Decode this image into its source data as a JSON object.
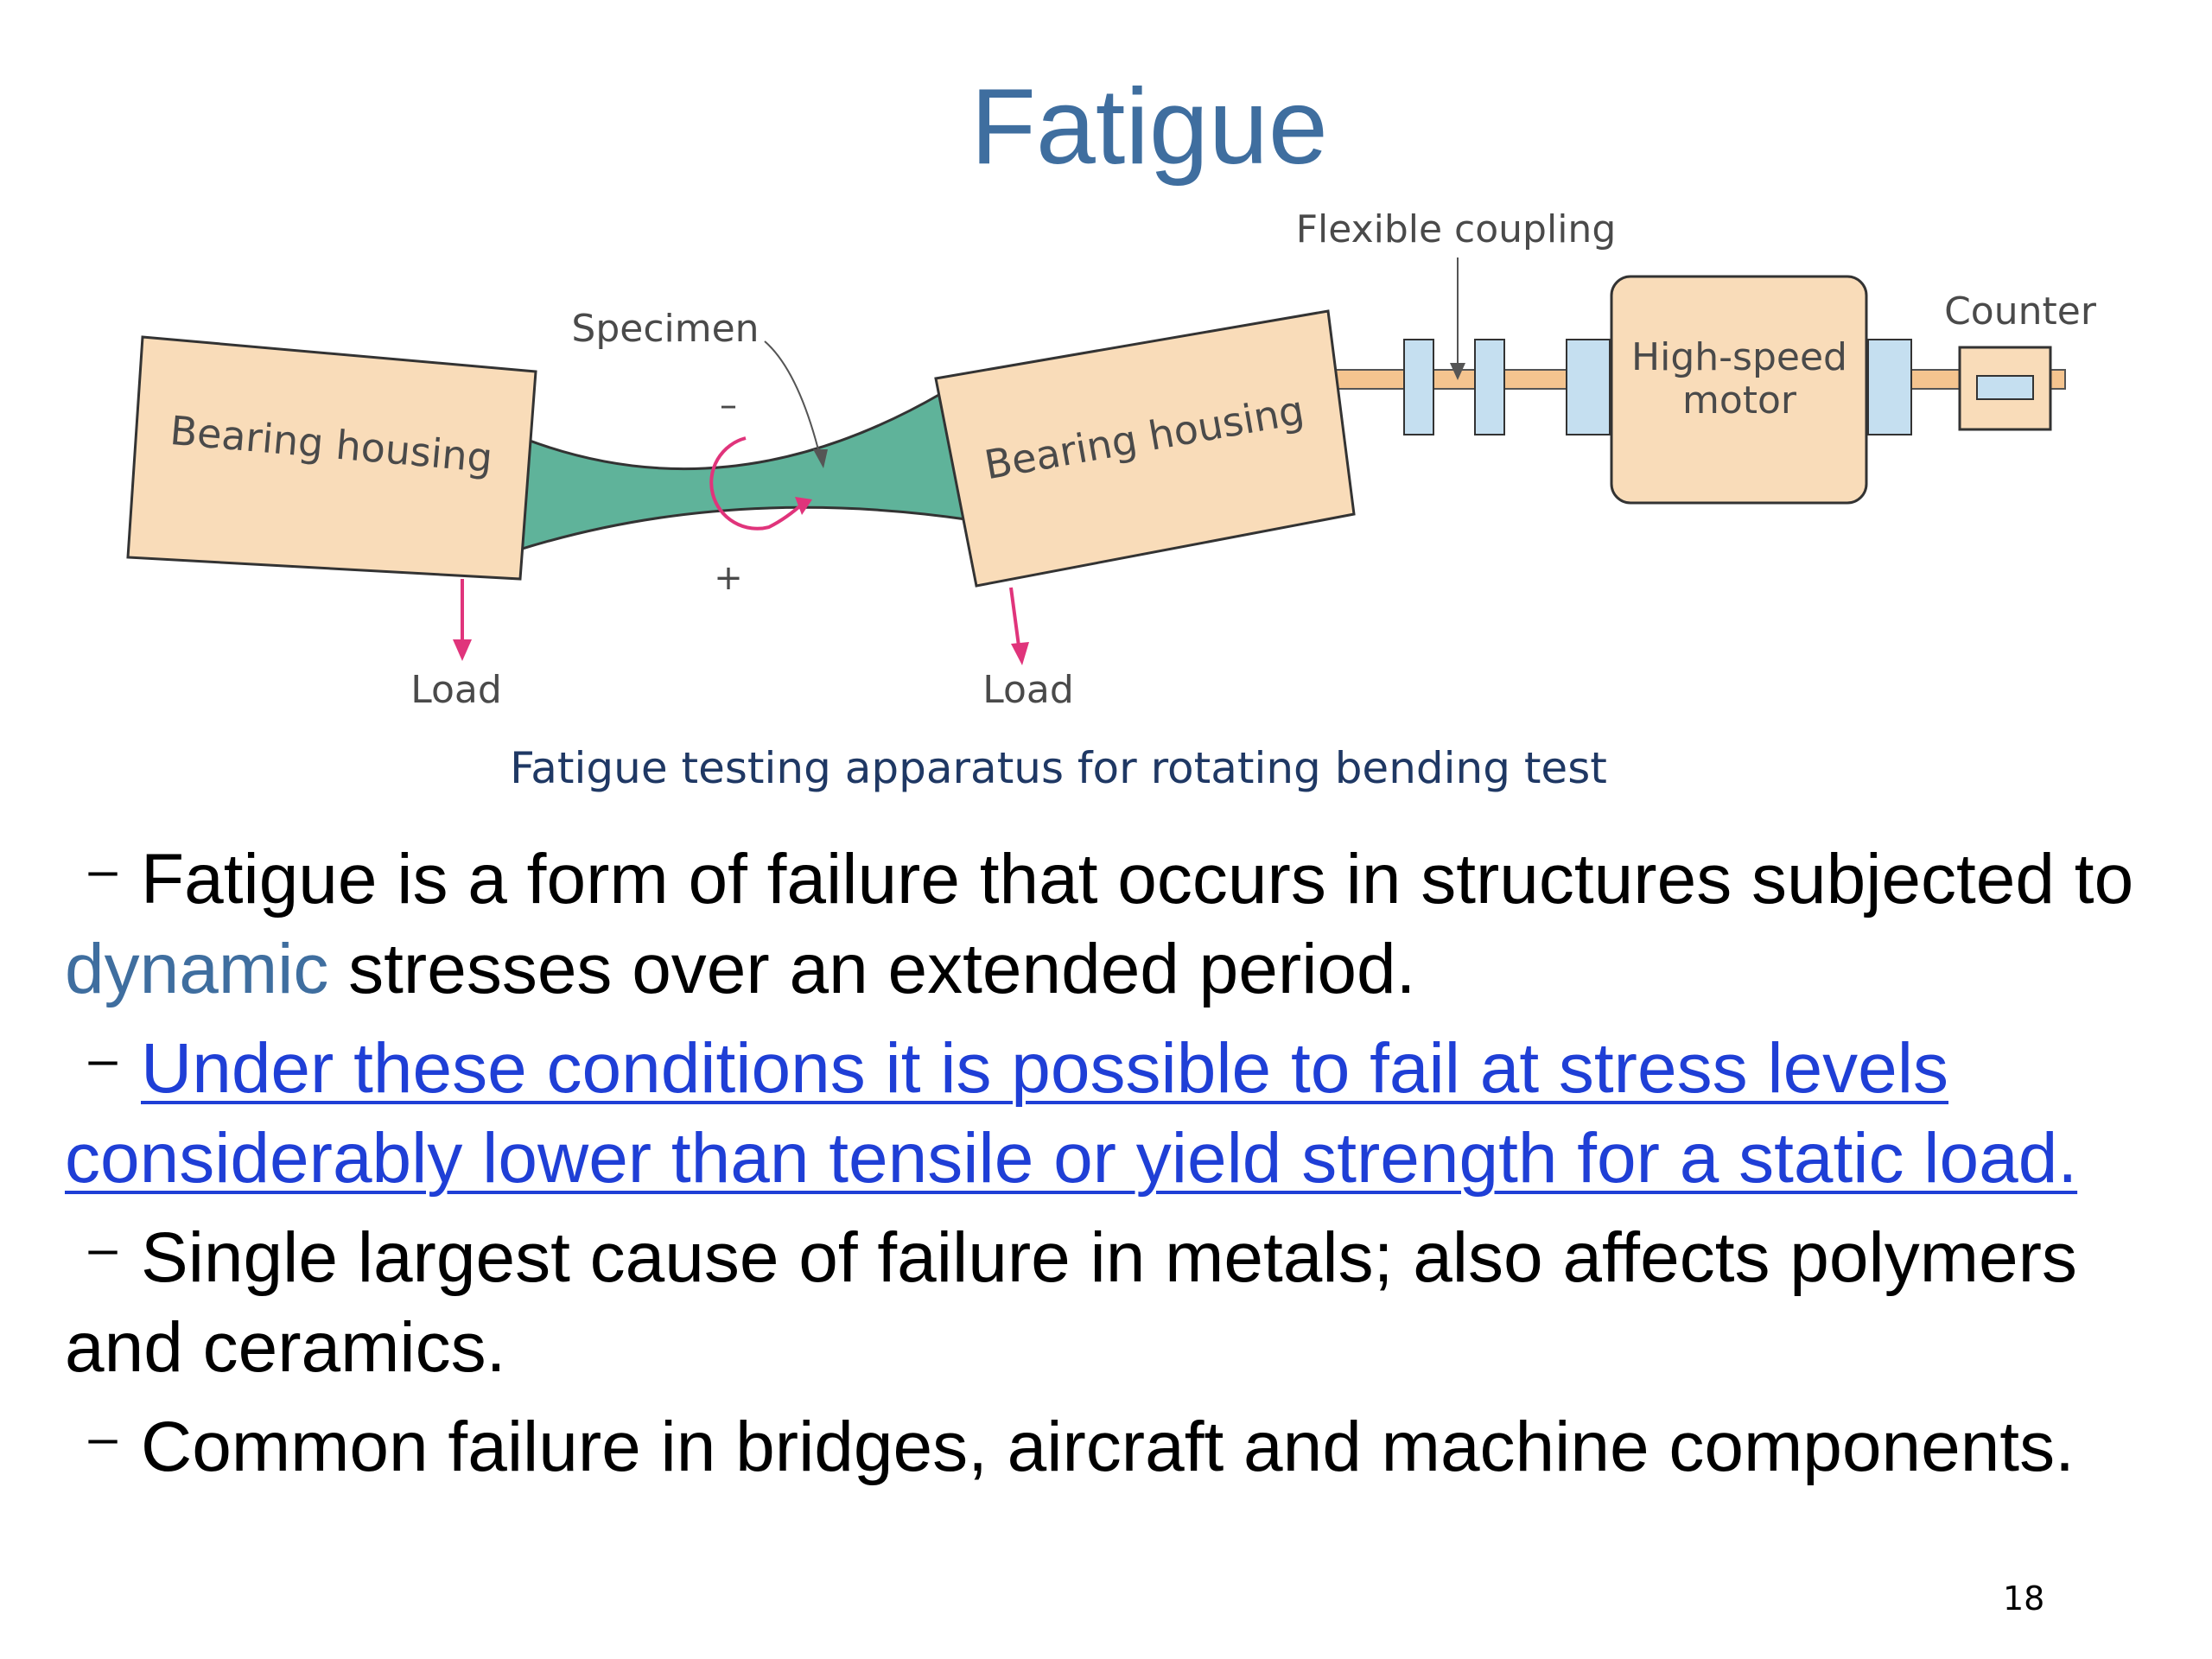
{
  "slide": {
    "title": "Fatigue",
    "page_number": "18"
  },
  "diagram": {
    "labels": {
      "flexible_coupling": "Flexible coupling",
      "specimen": "Specimen",
      "counter": "Counter",
      "bearing_housing_left": "Bearing housing",
      "bearing_housing_right": "Bearing housing",
      "motor_line1": "High-speed",
      "motor_line2": "motor",
      "load_left": "Load",
      "load_right": "Load",
      "minus": "–",
      "plus": "+"
    },
    "colors": {
      "housing_fill": "#f9dcb9",
      "specimen_fill": "#5fb39a",
      "coupling_fill": "#c5dff0",
      "shaft_fill": "#f4c48f",
      "arrow": "#e0347b"
    }
  },
  "caption": "Fatigue testing apparatus for rotating bending test",
  "bullets": {
    "b1": {
      "dash": "–",
      "text_start": "Fatigue is a form of failure that occurs in structures subjected to ",
      "highlight": "dynamic",
      "text_end": " stresses over an extended period."
    },
    "b2": {
      "dash": "–",
      "link_text": "Under these conditions it is possible to fail at stress levels considerably lower than tensile or yield strength for a static load."
    },
    "b3": {
      "dash": "–",
      "text": "Single largest cause of failure in metals; also affects polymers and ceramics."
    },
    "b4": {
      "dash": "–",
      "text": "Common failure in bridges, aircraft and machine components."
    }
  }
}
